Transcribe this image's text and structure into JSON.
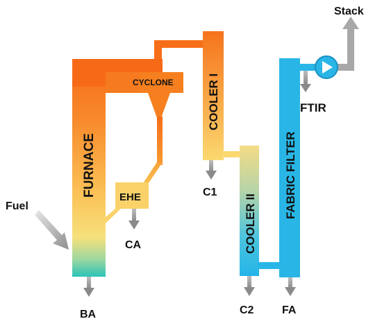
{
  "labels": {
    "stack": "Stack",
    "furnace": "FURNACE",
    "cyclone": "CYCLONE",
    "cooler_1": "COOLER I",
    "cooler_2": "COOLER II",
    "fabric_filter": "FABRIC FILTER",
    "ehe": "EHE",
    "fuel": "Fuel",
    "ftir": "FTIR",
    "c1": "C1",
    "c2": "C2",
    "ca": "CA",
    "ba": "BA",
    "fa": "FA"
  },
  "colors": {
    "orange": "#f7731c",
    "orange_light": "#f9a13a",
    "yellow": "#fbe07a",
    "teal": "#32c3b6",
    "cyan": "#29b6e6",
    "arrow_gray": "#9a9a9a",
    "text": "#111111"
  },
  "icons": {
    "fan": "fan-icon"
  }
}
